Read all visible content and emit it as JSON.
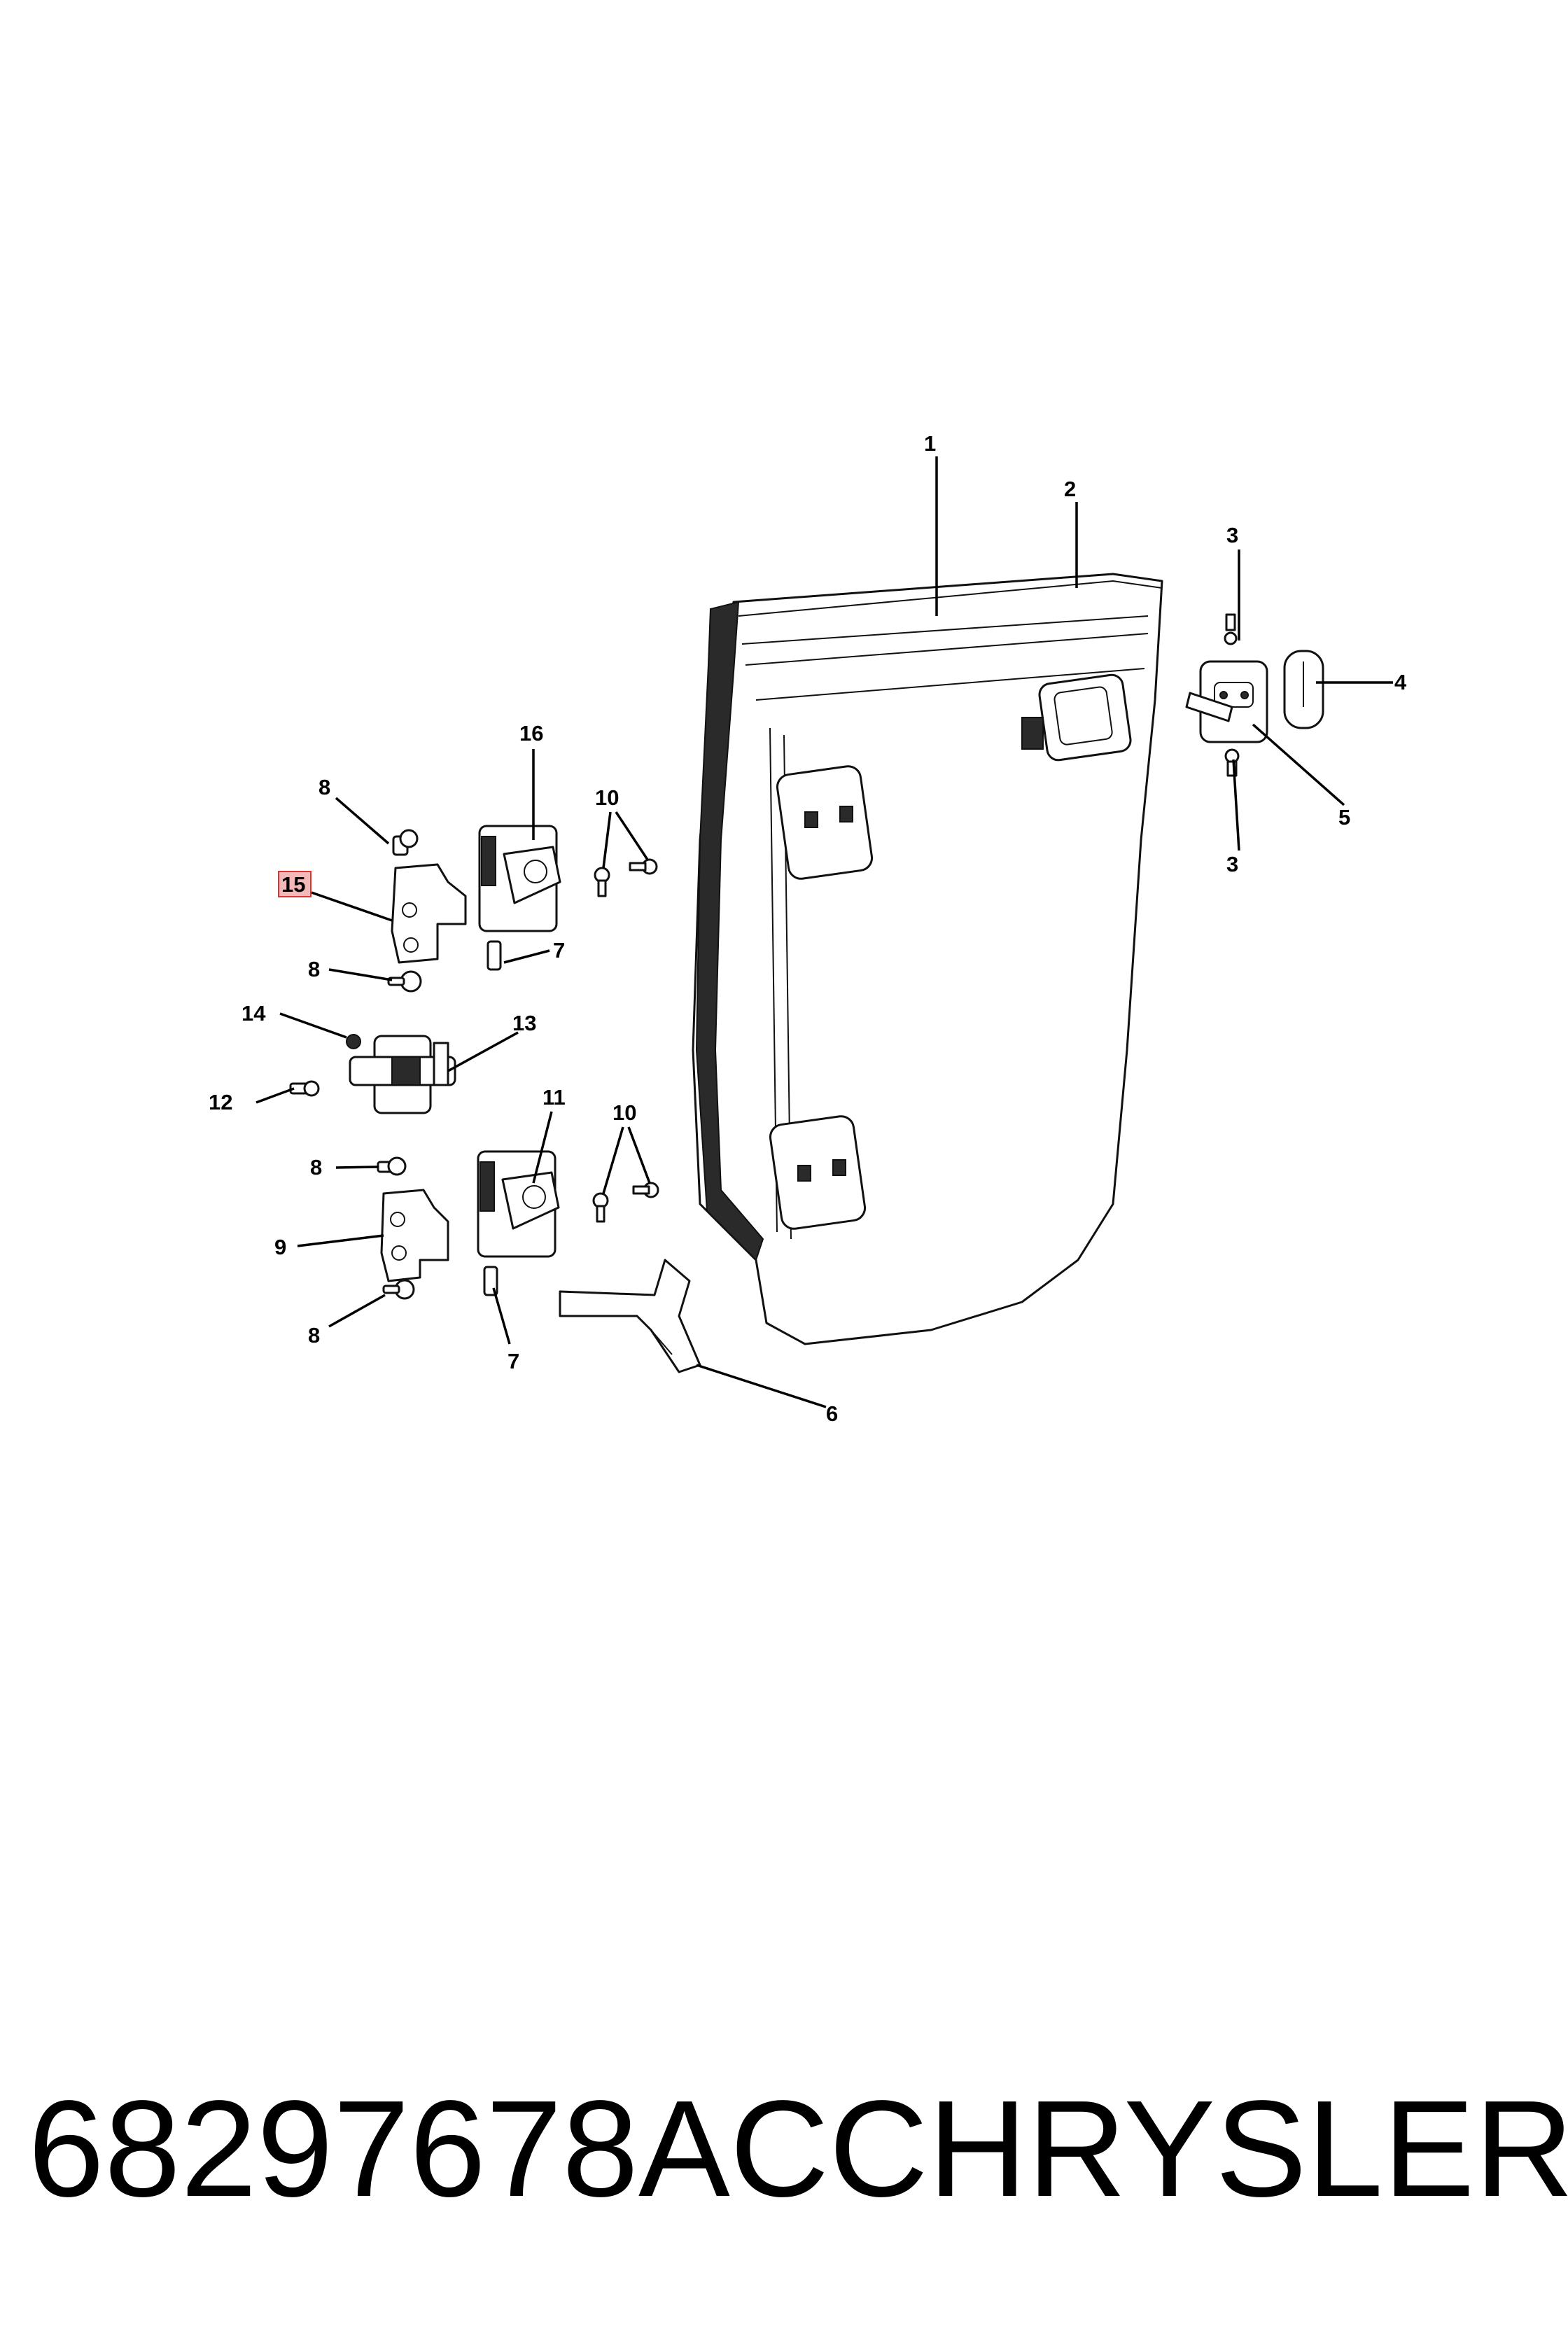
{
  "diagram": {
    "callouts": [
      {
        "id": "c1",
        "text": "1"
      },
      {
        "id": "c2",
        "text": "2"
      },
      {
        "id": "c3a",
        "text": "3"
      },
      {
        "id": "c3b",
        "text": "3"
      },
      {
        "id": "c4",
        "text": "4"
      },
      {
        "id": "c5",
        "text": "5"
      },
      {
        "id": "c6",
        "text": "6"
      },
      {
        "id": "c7a",
        "text": "7"
      },
      {
        "id": "c7b",
        "text": "7"
      },
      {
        "id": "c8a",
        "text": "8"
      },
      {
        "id": "c8b",
        "text": "8"
      },
      {
        "id": "c8c",
        "text": "8"
      },
      {
        "id": "c8d",
        "text": "8"
      },
      {
        "id": "c9",
        "text": "9"
      },
      {
        "id": "c10a",
        "text": "10"
      },
      {
        "id": "c10b",
        "text": "10"
      },
      {
        "id": "c11",
        "text": "11"
      },
      {
        "id": "c12",
        "text": "12"
      },
      {
        "id": "c13",
        "text": "13"
      },
      {
        "id": "c14",
        "text": "14"
      },
      {
        "id": "c15",
        "text": "15",
        "highlighted": true
      },
      {
        "id": "c16",
        "text": "16"
      }
    ],
    "highlight_color": "#f3b9b9"
  },
  "caption": {
    "part_number": "68297678AC",
    "brand": "CHRYSLER"
  }
}
